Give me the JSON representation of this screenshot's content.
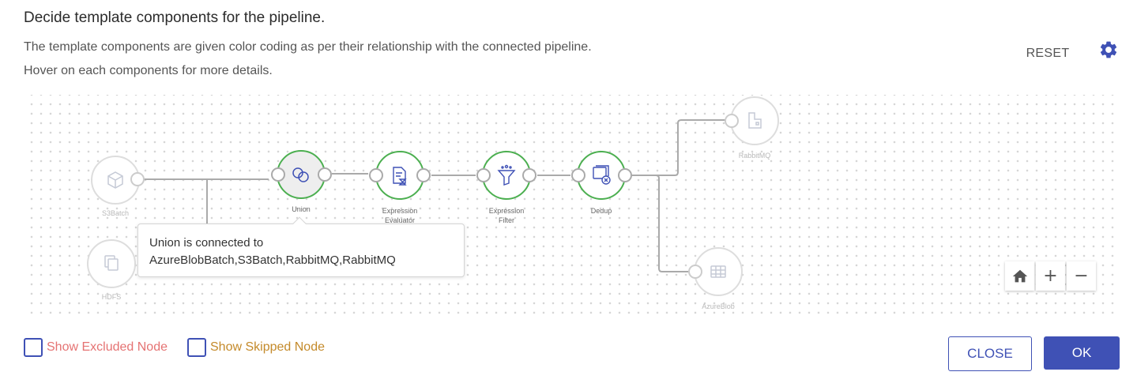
{
  "header": {
    "title": "Decide template components for the pipeline.",
    "description_line1": "The template components are given color coding as per their relationship with the connected pipeline.",
    "description_line2": "Hover on each components for more details."
  },
  "toolbar": {
    "reset_label": "RESET"
  },
  "nodes": {
    "s3batch": "S3Batch",
    "hdfs": "HDFS",
    "union": "Union",
    "expression_evaluator_l1": "Expression",
    "expression_evaluator_l2": "Evaluator",
    "expression_filter_l1": "Expression",
    "expression_filter_l2": "Filter",
    "dedup": "Dedup",
    "rabbitmq": "RabbitMQ",
    "azureblob": "AzureBlob"
  },
  "tooltip": {
    "line1": "Union is connected to",
    "line2": "AzureBlobBatch,S3Batch,RabbitMQ,RabbitMQ"
  },
  "filters": {
    "show_excluded_label": "Show Excluded Node",
    "show_skipped_label": "Show Skipped Node"
  },
  "footer": {
    "close_label": "CLOSE",
    "ok_label": "OK"
  },
  "colors": {
    "primary": "#3f51b5",
    "connected": "#4caf50",
    "inactive": "#cccccc",
    "excluded": "#e57373",
    "skipped": "#c48a2a"
  },
  "icons": {
    "settings": "gear-icon",
    "home": "home-icon",
    "zoom_in": "plus-icon",
    "zoom_out": "minus-icon"
  }
}
